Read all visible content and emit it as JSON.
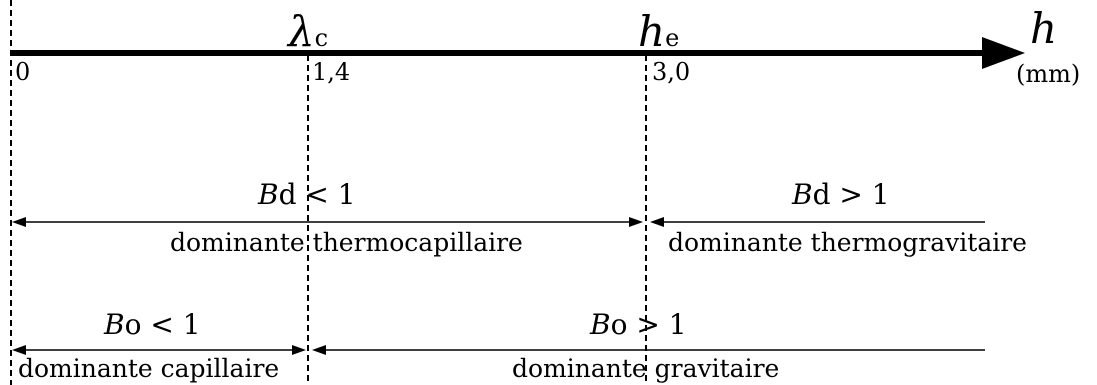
{
  "axis": {
    "variable": "h",
    "unit": "(mm)",
    "ticks": [
      {
        "value": 0,
        "label": "0",
        "symbol_main": "",
        "symbol_sub": ""
      },
      {
        "value": 1.4,
        "label": "1,4",
        "symbol_main": "λ",
        "symbol_sub": "c"
      },
      {
        "value": 3.0,
        "label": "3,0",
        "symbol_main": "h",
        "symbol_sub": "e"
      }
    ]
  },
  "regimes": {
    "bond_dynamic": {
      "left": {
        "cond_var": "B",
        "cond_sub": "d",
        "cond_rest": " < 1",
        "label": "dominante thermocapillaire"
      },
      "right": {
        "cond_var": "B",
        "cond_sub": "d",
        "cond_rest": " > 1",
        "label": "dominante thermogravitaire"
      }
    },
    "bond_static": {
      "left": {
        "cond_var": "B",
        "cond_sub": "o",
        "cond_rest": " < 1",
        "label": "dominante capillaire"
      },
      "right": {
        "cond_var": "B",
        "cond_sub": "o",
        "cond_rest": " > 1",
        "label": "dominante gravitaire"
      }
    }
  },
  "colors": {
    "ink": "#000000",
    "background": "#ffffff"
  }
}
